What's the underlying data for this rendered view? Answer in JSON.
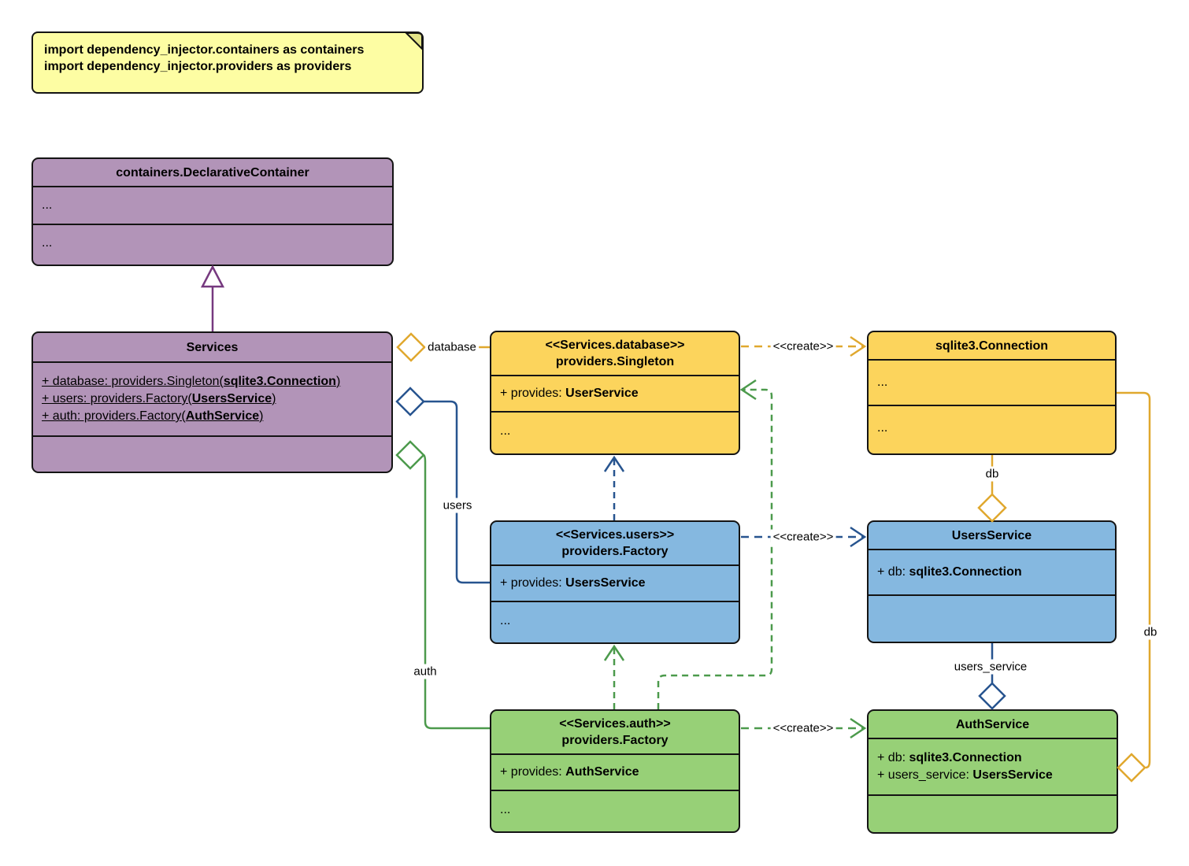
{
  "note": {
    "lines": [
      "import dependency_injector.containers as containers",
      "import dependency_injector.providers as providers"
    ]
  },
  "classes": {
    "declarative": {
      "title": "containers.DeclarativeContainer",
      "rows": [
        "...",
        "..."
      ]
    },
    "services": {
      "title": "Services",
      "attrs": [
        {
          "pre": "+ database: providers.Singleton(",
          "bold": "sqlite3.Connection",
          "post": ")"
        },
        {
          "pre": "+ users: providers.Factory(",
          "bold": "UsersService",
          "post": ")"
        },
        {
          "pre": "+ auth: providers.Factory(",
          "bold": "AuthService",
          "post": ")"
        }
      ]
    },
    "singleton": {
      "stereotype": "<<Services.database>>",
      "title": "providers.Singleton",
      "attr": {
        "pre": "+ provides: ",
        "bold": "UserService"
      },
      "more": "..."
    },
    "connection": {
      "title": "sqlite3.Connection",
      "rows": [
        "...",
        "..."
      ]
    },
    "users_factory": {
      "stereotype": "<<Services.users>>",
      "title": "providers.Factory",
      "attr": {
        "pre": "+ provides: ",
        "bold": "UsersService"
      },
      "more": "..."
    },
    "users_service": {
      "title": "UsersService",
      "attr": {
        "pre": "+ db: ",
        "bold": "sqlite3.Connection"
      }
    },
    "auth_factory": {
      "stereotype": "<<Services.auth>>",
      "title": "providers.Factory",
      "attr": {
        "pre": "+ provides: ",
        "bold": "AuthService"
      },
      "more": "..."
    },
    "auth_service": {
      "title": "AuthService",
      "attrs": [
        {
          "pre": "+ db: ",
          "bold": "sqlite3.Connection"
        },
        {
          "pre": "+ users_service: ",
          "bold": "UsersService"
        }
      ]
    }
  },
  "edges": {
    "database": "database",
    "users": "users",
    "auth": "auth",
    "create": "<<create>>",
    "db": "db",
    "users_service": "users_service",
    "db_right": "db"
  },
  "colors": {
    "purple_fill": "#B294B8",
    "yellow_fill": "#FCD45C",
    "blue_fill": "#85B8E0",
    "green_fill": "#97D077",
    "note_fill": "#FDFDA3",
    "purple_line": "#76397F",
    "yellow_line": "#E0A82E",
    "blue_line": "#27548F",
    "green_line": "#4C9A4C"
  }
}
